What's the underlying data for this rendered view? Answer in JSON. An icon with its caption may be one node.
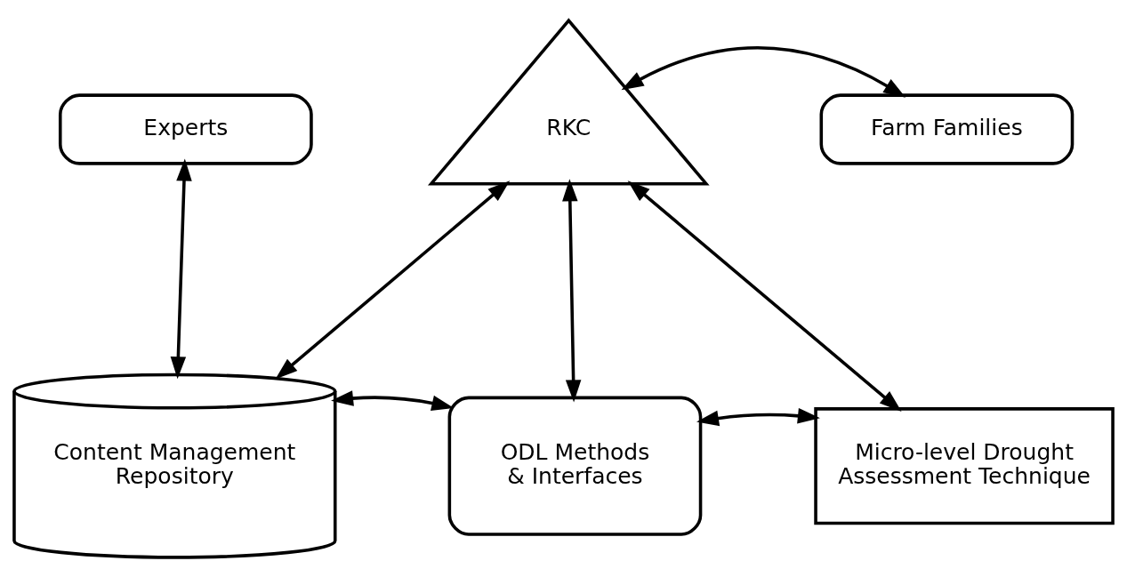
{
  "diagram": {
    "nodes": [
      {
        "text": [
          "Experts"
        ]
      },
      {
        "text": [
          "RKC"
        ]
      },
      {
        "text": [
          "Farm Families"
        ]
      },
      {
        "text": [
          "Content Management Repository"
        ]
      },
      {
        "text": [
          "ODL Methods & Interfaces"
        ]
      },
      {
        "text": [
          "Micro-level Drought Assessment Technique"
        ]
      }
    ],
    "edges": [
      {
        "from": 0,
        "to": 3,
        "arrow": "both"
      },
      {
        "from": 1,
        "to": 2,
        "arrow": "both"
      },
      {
        "from": 1,
        "to": 3,
        "arrow": "both"
      },
      {
        "from": 1,
        "to": 4,
        "arrow": "both"
      },
      {
        "from": 1,
        "to": 5,
        "arrow": "both"
      },
      {
        "from": 3,
        "to": 4,
        "arrow": "both"
      },
      {
        "from": 4,
        "to": 5,
        "arrow": "both"
      }
    ]
  }
}
